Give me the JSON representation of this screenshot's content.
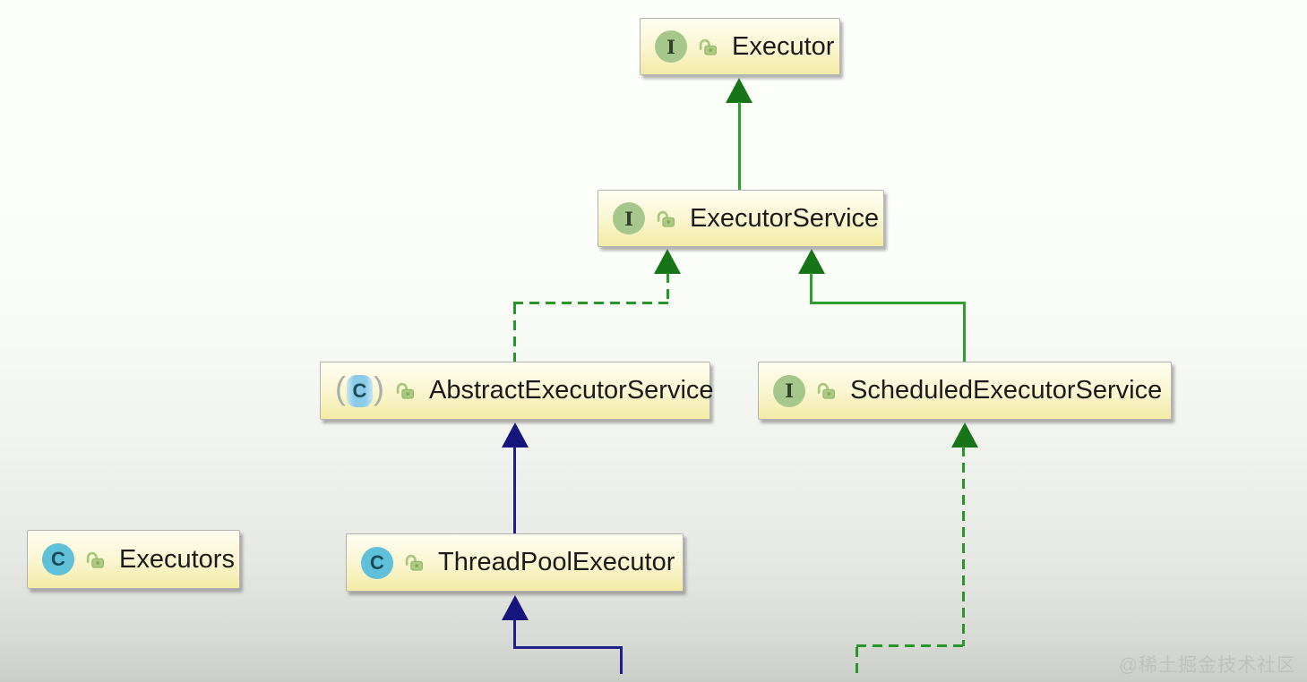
{
  "nodes": {
    "executor": {
      "label": "Executor",
      "kind": "interface",
      "badge_letter": "I"
    },
    "executor_service": {
      "label": "ExecutorService",
      "kind": "interface",
      "badge_letter": "I"
    },
    "abstract_executor_service": {
      "label": "AbstractExecutorService",
      "kind": "abstract-class",
      "badge_letter": "C",
      "paren_open": "(",
      "paren_close": ")"
    },
    "scheduled_executor_service": {
      "label": "ScheduledExecutorService",
      "kind": "interface",
      "badge_letter": "I"
    },
    "thread_pool_executor": {
      "label": "ThreadPoolExecutor",
      "kind": "class",
      "badge_letter": "C"
    },
    "executors": {
      "label": "Executors",
      "kind": "class",
      "badge_letter": "C"
    }
  },
  "edges": [
    {
      "from": "ExecutorService",
      "to": "Executor",
      "line": "solid",
      "color": "#2f9e2f"
    },
    {
      "from": "AbstractExecutorService",
      "to": "ExecutorService",
      "line": "dashed",
      "color": "#2f9e2f"
    },
    {
      "from": "ScheduledExecutorService",
      "to": "ExecutorService",
      "line": "solid",
      "color": "#2f9e2f"
    },
    {
      "from": "ThreadPoolExecutor",
      "to": "AbstractExecutorService",
      "line": "solid",
      "color": "#1e1e8c"
    },
    {
      "from": "offscreen-bottom",
      "to": "ThreadPoolExecutor",
      "line": "solid",
      "color": "#1e1e8c"
    },
    {
      "from": "offscreen-bottom",
      "to": "ScheduledExecutorService",
      "line": "dashed",
      "color": "#2f9e2f"
    }
  ],
  "watermark": {
    "text": "@稀土掘金技术社区"
  },
  "colors": {
    "node_fill_top": "#fefdf0",
    "node_fill_bottom": "#f3eba5",
    "node_border": "#b3b3b3",
    "green_line": "#2f9e2f",
    "green_arrowhead": "#177417",
    "navy_line": "#1e1e8c",
    "navy_arrowhead": "#15157d",
    "interface_badge": "#a5c78b",
    "class_badge": "#5fc0da",
    "abstract_badge": "#8ccbe7",
    "lock_green": "#a9c87d"
  }
}
